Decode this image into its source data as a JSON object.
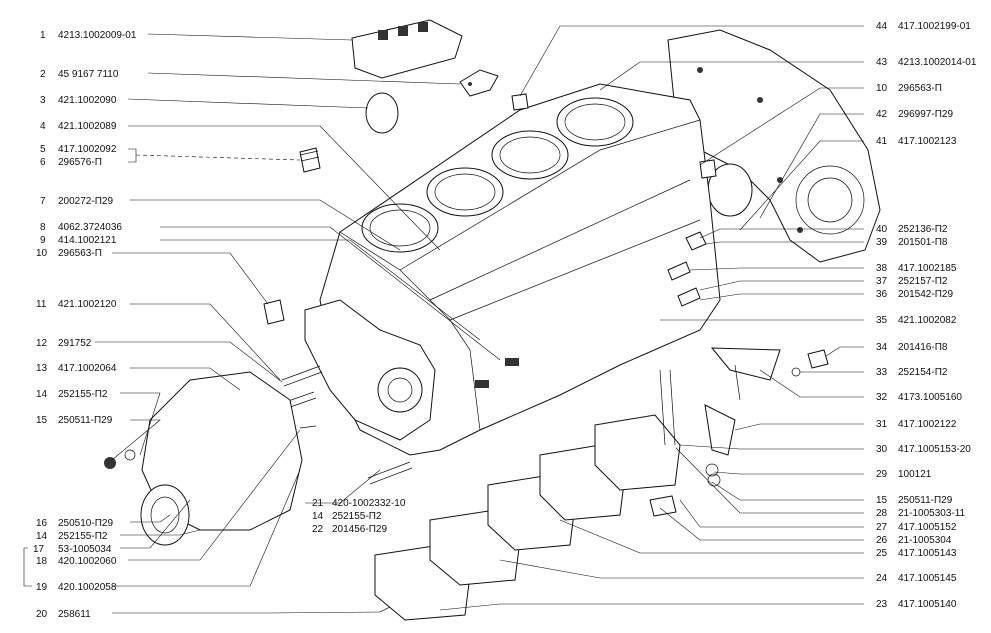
{
  "callouts_left": [
    {
      "num": "1",
      "code": "4213.1002009-01"
    },
    {
      "num": "2",
      "code": "45 9167 7110"
    },
    {
      "num": "3",
      "code": "421.1002090"
    },
    {
      "num": "4",
      "code": "421.1002089"
    },
    {
      "num": "5",
      "code": "417.1002092"
    },
    {
      "num": "6",
      "code": "296576-П"
    },
    {
      "num": "7",
      "code": "200272-П29"
    },
    {
      "num": "8",
      "code": "4062.3724036"
    },
    {
      "num": "9",
      "code": "414.1002121"
    },
    {
      "num": "10",
      "code": "296563-П"
    },
    {
      "num": "11",
      "code": "421.1002120"
    },
    {
      "num": "12",
      "code": "291752"
    },
    {
      "num": "13",
      "code": "417.1002064"
    },
    {
      "num": "14",
      "code": "252155-П2"
    },
    {
      "num": "15",
      "code": "250511-П29"
    },
    {
      "num": "16",
      "code": "250510-П29"
    },
    {
      "num": "14",
      "code": "252155-П2"
    },
    {
      "num": "17",
      "code": "53-1005034"
    },
    {
      "num": "18",
      "code": "420.1002060"
    },
    {
      "num": "19",
      "code": "420.1002058"
    },
    {
      "num": "20",
      "code": "258611"
    }
  ],
  "callouts_center": [
    {
      "num": "21",
      "code": "420-1002332-10"
    },
    {
      "num": "14",
      "code": "252155-П2"
    },
    {
      "num": "22",
      "code": "201456-П29"
    }
  ],
  "callouts_right": [
    {
      "num": "44",
      "code": "417.1002199-01"
    },
    {
      "num": "43",
      "code": "4213.1002014-01"
    },
    {
      "num": "10",
      "code": "296563-П"
    },
    {
      "num": "42",
      "code": "296997-П29"
    },
    {
      "num": "41",
      "code": "417.1002123"
    },
    {
      "num": "40",
      "code": "252136-П2"
    },
    {
      "num": "39",
      "code": "201501-П8"
    },
    {
      "num": "38",
      "code": "417.1002185"
    },
    {
      "num": "37",
      "code": "252157-П2"
    },
    {
      "num": "36",
      "code": "201542-П29"
    },
    {
      "num": "35",
      "code": "421.1002082"
    },
    {
      "num": "34",
      "code": "201416-П8"
    },
    {
      "num": "33",
      "code": "252154-П2"
    },
    {
      "num": "32",
      "code": "4173.1005160"
    },
    {
      "num": "31",
      "code": "417.1002122"
    },
    {
      "num": "30",
      "code": "417.1005153-20"
    },
    {
      "num": "29",
      "code": "100121"
    },
    {
      "num": "15",
      "code": "250511-П29"
    },
    {
      "num": "28",
      "code": "21-1005303-11"
    },
    {
      "num": "27",
      "code": "417.1005152"
    },
    {
      "num": "26",
      "code": "21-1005304"
    },
    {
      "num": "25",
      "code": "417.1005143"
    },
    {
      "num": "24",
      "code": "417.1005145"
    },
    {
      "num": "23",
      "code": "417.1005140"
    }
  ]
}
